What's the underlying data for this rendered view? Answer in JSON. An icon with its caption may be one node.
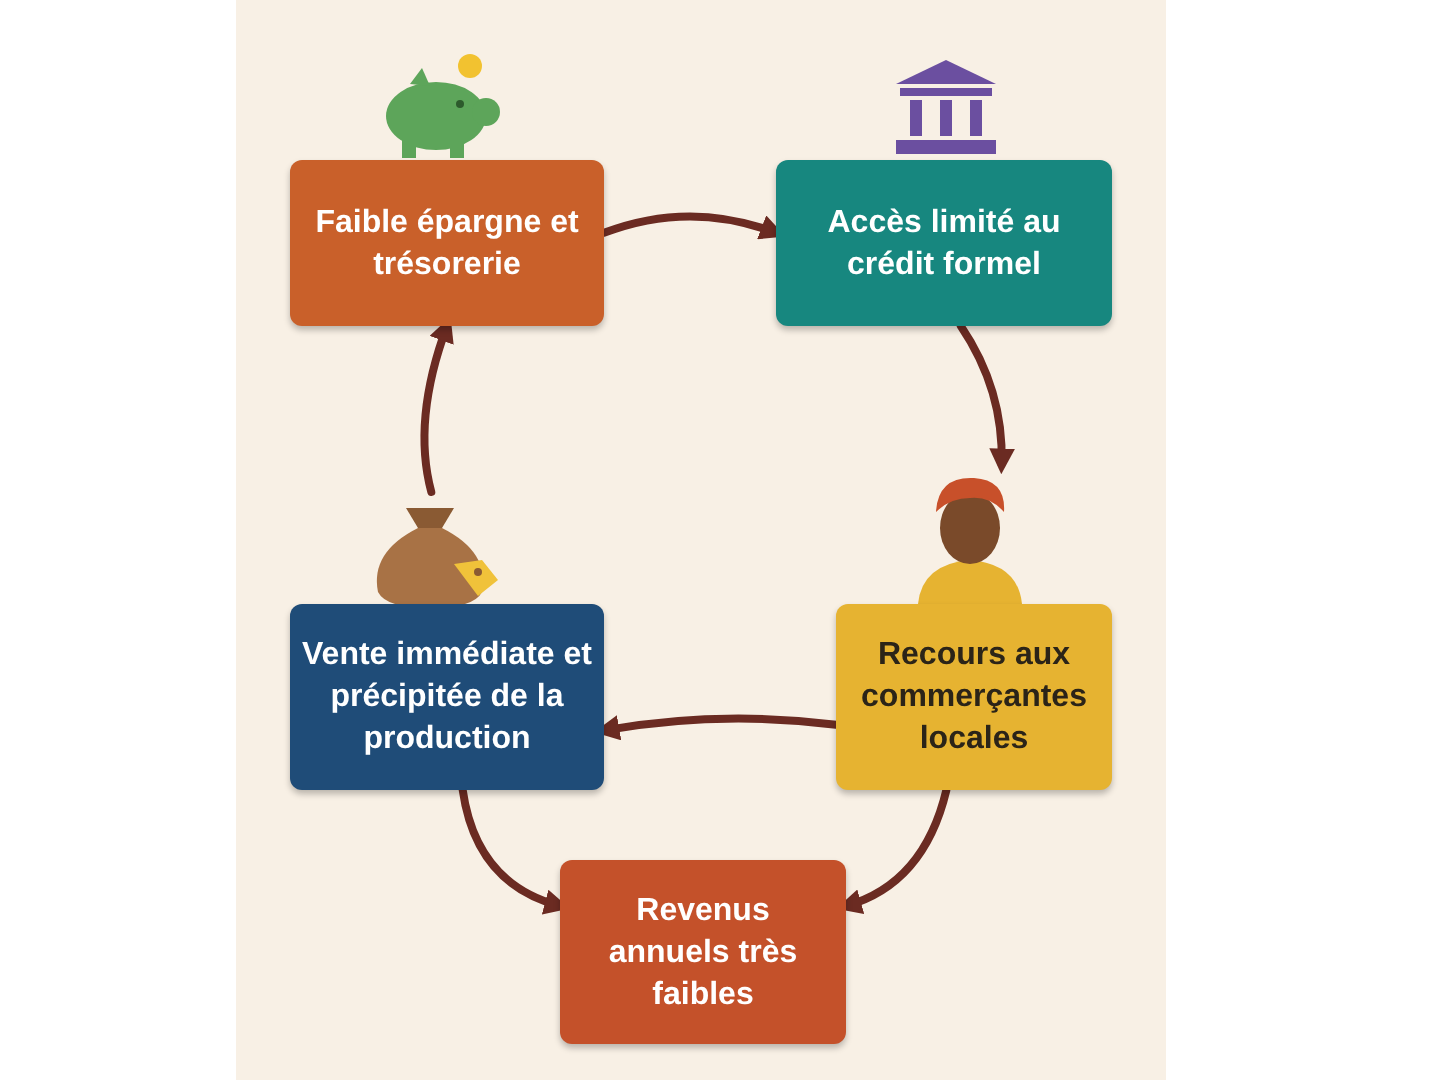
{
  "diagram": {
    "nodes": [
      {
        "text": [
          "Faible épargne et trésorerie"
        ]
      },
      {
        "text": [
          "Accès limité au crédit formel"
        ]
      },
      {
        "text": [
          "Recours aux commerçantes locales"
        ]
      },
      {
        "text": [
          "Vente immédiate et précipitée de la production"
        ]
      },
      {
        "text": [
          "Revenus annuels très faibles"
        ]
      }
    ],
    "edges": [
      {
        "from": 0,
        "to": 1,
        "arrow": "to"
      },
      {
        "from": 1,
        "to": 2,
        "arrow": "to"
      },
      {
        "from": 2,
        "to": 3,
        "arrow": "to"
      },
      {
        "from": 3,
        "to": 0,
        "arrow": "to"
      },
      {
        "from": 3,
        "to": 4,
        "arrow": "to"
      },
      {
        "from": 2,
        "to": 4,
        "arrow": "to"
      }
    ]
  }
}
